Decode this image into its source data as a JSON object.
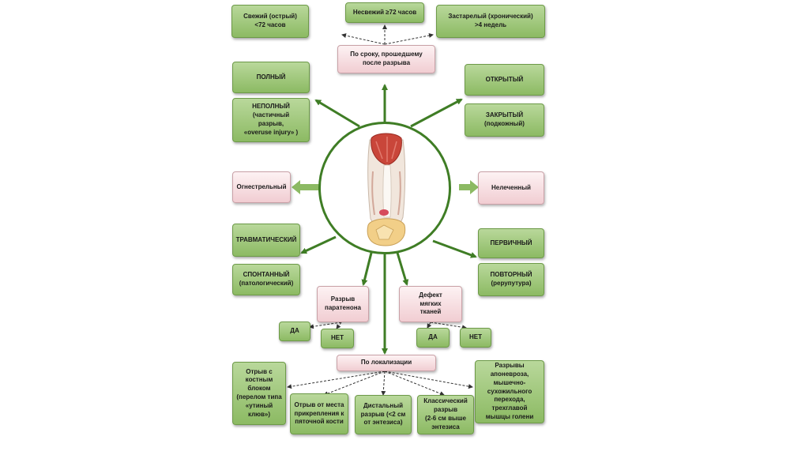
{
  "top": {
    "time_root": "По сроку, прошедшему\nпосле разрыва",
    "fresh": "Свежий (острый)\n<72 часов",
    "notfresh": "Несвежий ≥72 часов",
    "chronic": "Застарелый (хронический)\n>4 недель"
  },
  "left": {
    "full": "ПОЛНЫЙ",
    "partial": "НЕПОЛНЫЙ\n(частичный\nразрыв,\n«overuse injury» )",
    "gunshot": "Огнестрельный",
    "traumatic": "ТРАВМАТИЧЕСКИЙ",
    "spontaneous": "СПОНТАННЫЙ\n(патологический)"
  },
  "right": {
    "open": "ОТКРЫТЫЙ",
    "closed": "ЗАКРЫТЫЙ\n(подкожный)",
    "untreated": "Нелеченный",
    "primary": "ПЕРВИЧНЫЙ",
    "repeat": "ПОВТОРНЫЙ\n(рерупутура)"
  },
  "middle": {
    "paratenon": "Разрыв\nпаратенона",
    "soft_tissue": "Дефект\nмягких\nтканей",
    "yes1": "ДА",
    "no1": "НЕТ",
    "yes2": "ДА",
    "no2": "НЕТ"
  },
  "bottom": {
    "loc_root": "По локализации",
    "bone_avulsion": "Отрыв с\nкостным\nблоком\n(перелом типа\n«утиный\nклюв»)",
    "insertion": "Отрыв от места\nприкрепления к\nпяточной кости",
    "distal": "Дистальный\nразрыв (<2 см\nот энтезиса)",
    "classic": "Классический\nразрыв\n(2-6 см выше\nэнтезиса",
    "aponeurosis": "Разрывы\nапоневроза,\nмышечно-\nсухожильного\nперехода,\nтрехглавой\nмышцы голени"
  },
  "colors": {
    "arrow_green": "#3f7d25",
    "box_green": "#a3c97f",
    "box_pink": "#f5d8dc",
    "dashed": "#333333"
  },
  "icons": {
    "center": "achilles-tendon-illustration"
  }
}
